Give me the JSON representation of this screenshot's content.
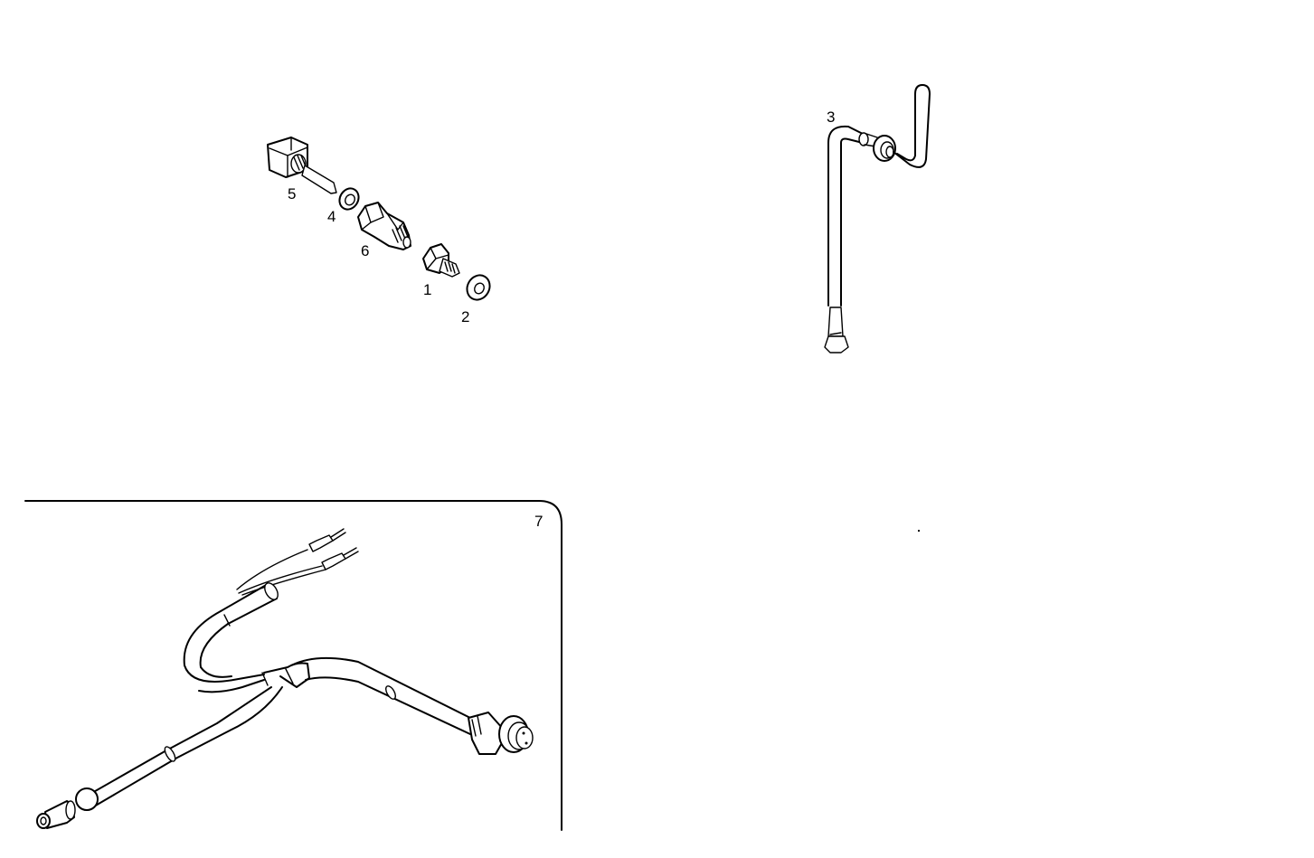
{
  "diagram": {
    "type": "exploded-parts-drawing",
    "background": "#ffffff",
    "line_color": "#000000",
    "groups": [
      {
        "id": "sensor-assembly",
        "parts": [
          {
            "callout": "1",
            "description": "hex plug / adapter"
          },
          {
            "callout": "2",
            "description": "sealing washer"
          },
          {
            "callout": "4",
            "description": "sealing ring"
          },
          {
            "callout": "5",
            "description": "sensor with connector"
          },
          {
            "callout": "6",
            "description": "threaded union / housing"
          }
        ]
      },
      {
        "id": "bent-tube",
        "parts": [
          {
            "callout": "3",
            "description": "bent pipe with grommet"
          }
        ]
      },
      {
        "id": "wiring-harness-inset",
        "parts": [
          {
            "callout": "7",
            "description": "wiring harness with connectors"
          }
        ]
      }
    ]
  },
  "labels": {
    "c1": "1",
    "c2": "2",
    "c3": "3",
    "c4": "4",
    "c5": "5",
    "c6": "6",
    "c7": "7"
  }
}
